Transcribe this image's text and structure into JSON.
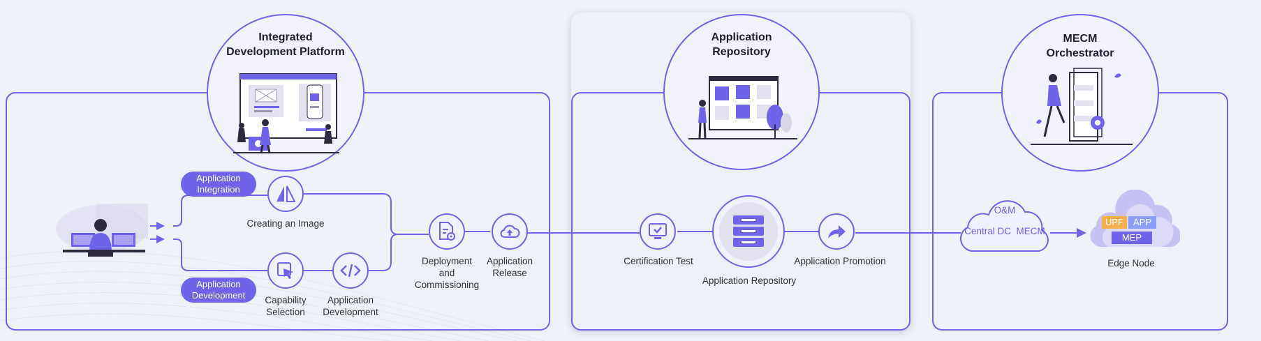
{
  "sections": {
    "dev_platform": {
      "title_line1": "Integrated",
      "title_line2": "Development Platform"
    },
    "app_repository": {
      "title_line1": "Application",
      "title_line2": "Repository"
    },
    "mecm": {
      "title_line1": "MECM",
      "title_line2": "Orchestrator"
    }
  },
  "pills": {
    "integration_line1": "Application",
    "integration_line2": "Integration",
    "development_line1": "Application",
    "development_line2": "Development"
  },
  "steps": {
    "creating_image": "Creating an Image",
    "capability_line1": "Capability",
    "capability_line2": "Selection",
    "app_dev_line1": "Application",
    "app_dev_line2": "Development",
    "deploy_line1": "Deployment",
    "deploy_line2": "and",
    "deploy_line3": "Commissioning",
    "release_line1": "Application",
    "release_line2": "Release",
    "certification": "Certification Test",
    "repository": "Application Repository",
    "promotion": "Application Promotion"
  },
  "cloud": {
    "top": "O&M",
    "bottom": "Central DC  MECM"
  },
  "edge": {
    "upf": "UPF",
    "app": "APP",
    "mep": "MEP",
    "label": "Edge Node"
  },
  "colors": {
    "accent": "#6f63ea",
    "upf": "#f5b04d",
    "app": "#8c9ef5"
  }
}
